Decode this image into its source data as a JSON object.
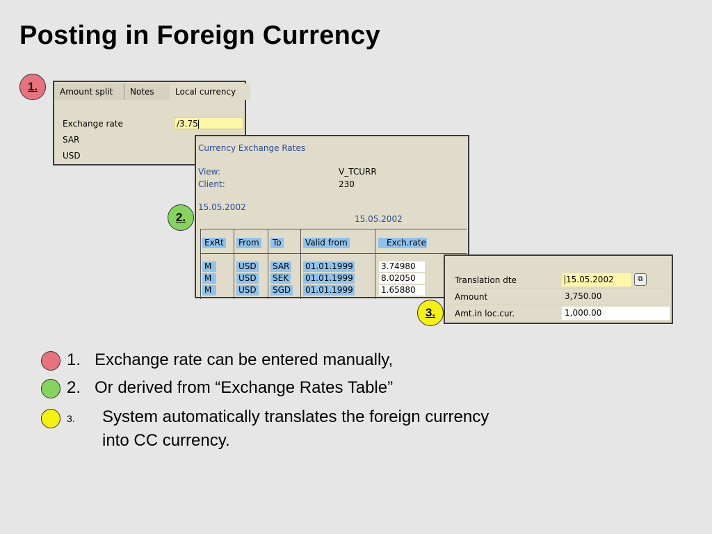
{
  "title": "Posting in Foreign Currency",
  "badges": {
    "b1": "1.",
    "b2": "2.",
    "b3": "3."
  },
  "panel1": {
    "tabs": [
      "Amount split",
      "Notes",
      "Local currency"
    ],
    "exchange_rate_label": "Exchange rate",
    "exchange_rate_value": "/3.75",
    "row2": "SAR",
    "row3": "USD"
  },
  "panel2": {
    "heading": "Currency Exchange Rates",
    "view_label": "View:",
    "view_value": "V_TCURR",
    "client_label": "Client:",
    "client_value": "230",
    "date1": "15.05.2002",
    "date2": "15.05.2002",
    "columns": [
      "ExRt",
      "From",
      "To",
      "Valid from",
      "Exch.rate"
    ],
    "rows": [
      [
        "M",
        "USD",
        "SAR",
        "01.01.1999",
        "3.74980"
      ],
      [
        "M",
        "USD",
        "SEK",
        "01.01.1999",
        "8.02050"
      ],
      [
        "M",
        "USD",
        "SGD",
        "01.01.1999",
        "1.65880"
      ]
    ]
  },
  "panel3": {
    "translation_label": "Translation dte",
    "translation_value": "15.05.2002",
    "amount_label": "Amount",
    "amount_value": "3,750.00",
    "loc_label": "Amt.in loc.cur.",
    "loc_value": "1,000.00"
  },
  "bullets": [
    {
      "number": "1.",
      "text": "Exchange rate can be entered manually,",
      "color": "#e8737f"
    },
    {
      "number": "2.",
      "text": "Or derived from “Exchange Rates Table”",
      "color": "#84d45e"
    },
    {
      "number": "3.",
      "text": "System automatically translates the foreign currency",
      "text2": "into CC currency.",
      "color": "#f5f210"
    }
  ]
}
